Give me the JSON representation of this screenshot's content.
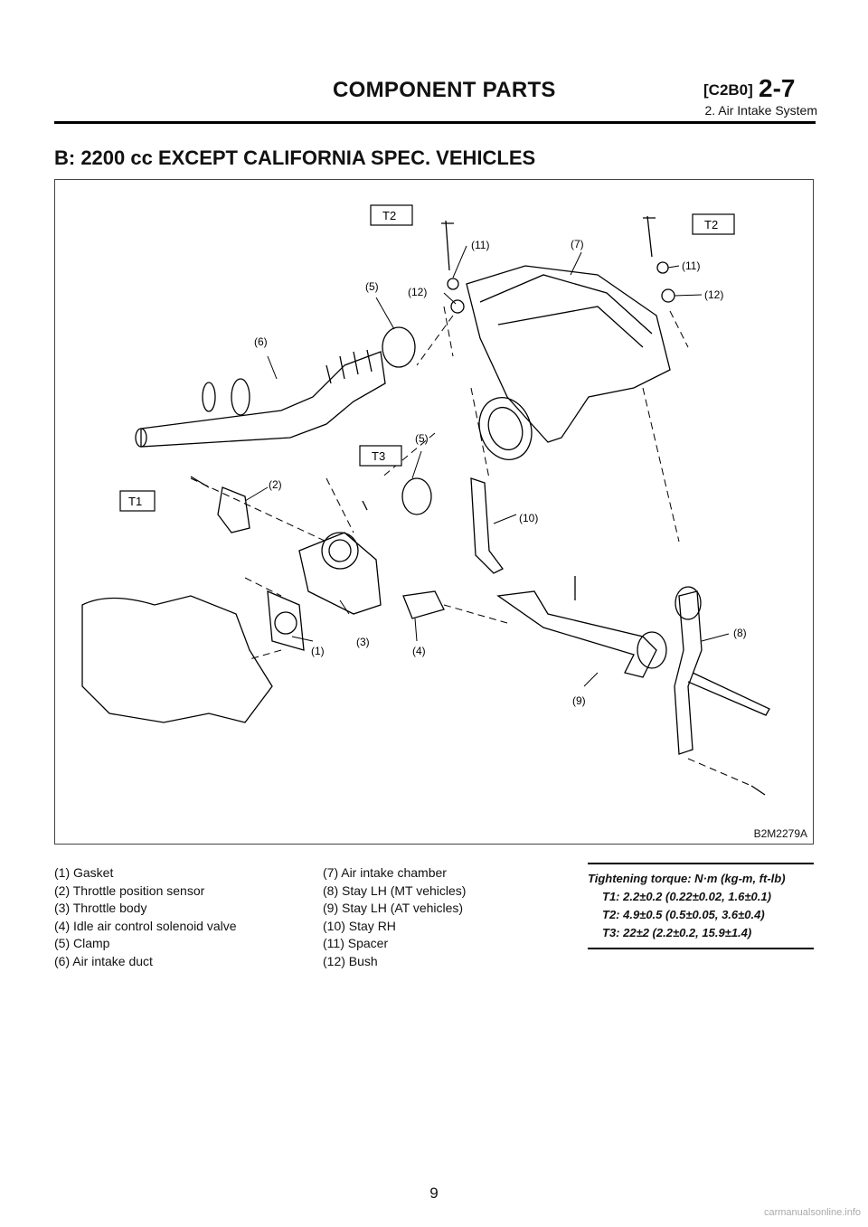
{
  "header": {
    "title": "COMPONENT PARTS",
    "code": "[C2B0]",
    "section": "2-7",
    "subtitle": "2. Air Intake System"
  },
  "section_heading": "B: 2200 cc EXCEPT CALIFORNIA SPEC. VEHICLES",
  "figure": {
    "id": "B2M2279A",
    "tags": [
      "T1",
      "T2",
      "T2",
      "T3"
    ],
    "callouts": [
      "(1)",
      "(2)",
      "(3)",
      "(4)",
      "(5)",
      "(5)",
      "(6)",
      "(7)",
      "(8)",
      "(9)",
      "(10)",
      "(11)",
      "(11)",
      "(12)",
      "(12)"
    ]
  },
  "legend": {
    "left": [
      "(1) Gasket",
      "(2) Throttle position sensor",
      "(3) Throttle body",
      "(4) Idle air control solenoid valve",
      "(5) Clamp",
      "(6) Air intake duct"
    ],
    "right": [
      "(7) Air intake chamber",
      "(8) Stay LH (MT vehicles)",
      "(9) Stay LH (AT vehicles)",
      "(10) Stay RH",
      "(11) Spacer",
      "(12) Bush"
    ]
  },
  "torque": {
    "title": "Tightening torque: N·m (kg-m, ft-lb)",
    "values": [
      "T1: 2.2±0.2 (0.22±0.02, 1.6±0.1)",
      "T2: 4.9±0.5 (0.5±0.05, 3.6±0.4)",
      "T3: 22±2 (2.2±0.2, 15.9±1.4)"
    ]
  },
  "page_number": "9",
  "watermark": "carmanualsonline.info"
}
